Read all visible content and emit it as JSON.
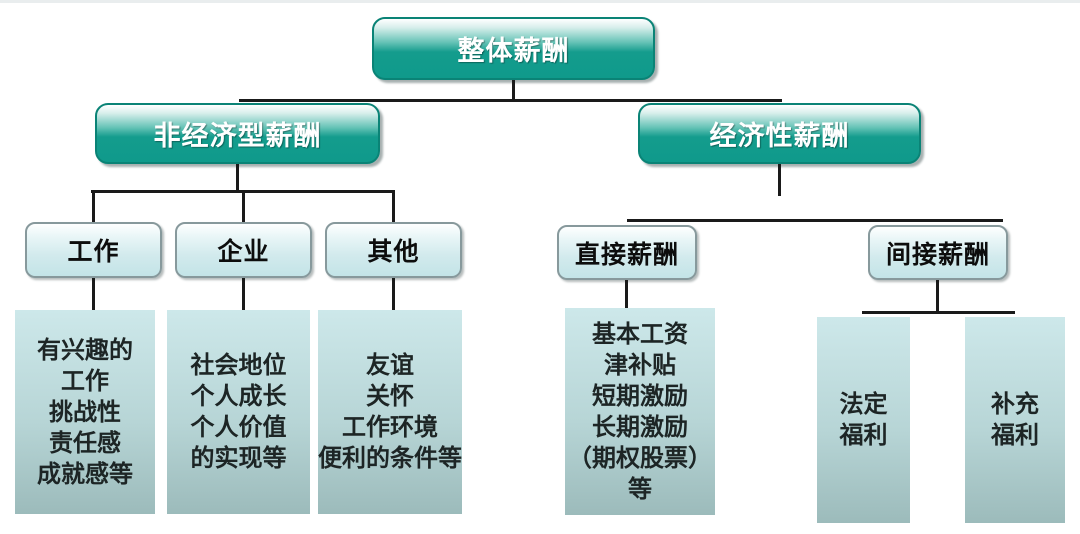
{
  "diagram": {
    "title": "整体薪酬",
    "left_branch": {
      "label": "非经济型薪酬",
      "children": [
        {
          "label": "工作",
          "detail": "有兴趣的\n工作\n挑战性\n责任感\n成就感等"
        },
        {
          "label": "企业",
          "detail": "社会地位\n个人成长\n个人价值\n的实现等"
        },
        {
          "label": "其他",
          "detail": "友谊\n关怀\n工作环境\n便利的条件等"
        }
      ]
    },
    "right_branch": {
      "label": "经济性薪酬",
      "direct": {
        "label": "直接薪酬",
        "detail": "基本工资\n津补贴\n短期激励\n长期激励\n（期权股票）\n等"
      },
      "indirect": {
        "label": "间接薪酬",
        "children": [
          {
            "label": "法定\n福利"
          },
          {
            "label": "补充\n福利"
          }
        ]
      }
    }
  },
  "colors": {
    "teal_main": "#119c8d",
    "teal_border": "#0a8376",
    "light_fill": "#cfe9ec",
    "light_border": "#87999c",
    "panel_top": "#cde8ea",
    "panel_bottom": "#9cbbbb",
    "connector": "#1a1a1a",
    "text_on_teal": "#ffffff",
    "text_dark": "#1d2525"
  }
}
